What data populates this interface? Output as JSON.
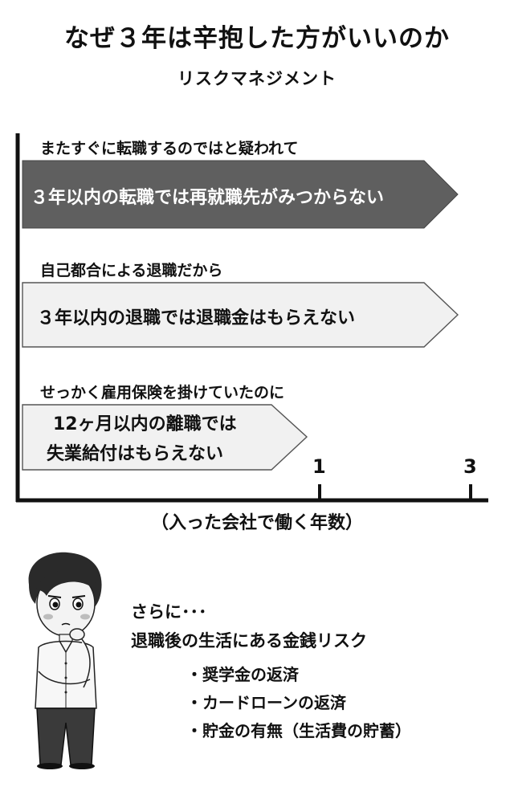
{
  "header": {
    "title": "なぜ３年は辛抱した方がいいのか",
    "subtitle": "リスクマネジメント"
  },
  "timeline": {
    "items": [
      {
        "caption": "またすぐに転職するのではと疑われて",
        "arrow_text": [
          "３年以内の転職では再就職先がみつからない"
        ],
        "style": "dark"
      },
      {
        "caption": "自己都合による退職だから",
        "arrow_text": [
          "３年以内の退職では退職金はもらえない"
        ],
        "style": "light"
      },
      {
        "caption": "せっかく雇用保険を掛けていたのに",
        "arrow_text": [
          "12ヶ月以内の離職では",
          "失業給付はもらえない"
        ],
        "style": "light"
      }
    ],
    "ticks": [
      "1",
      "3"
    ],
    "x_axis_label": "（入った会社で働く年数）"
  },
  "risks": {
    "intro_line1": "さらに･･･",
    "intro_line2": "退職後の生活にある金銭リスク",
    "items": [
      "・奨学金の返済",
      "・カードローンの返済",
      "・貯金の有無（生活費の貯蓄）"
    ]
  },
  "colors": {
    "dark_arrow": "#5f5f5f",
    "light_arrow": "#f1f1f1",
    "ink": "#111111"
  }
}
